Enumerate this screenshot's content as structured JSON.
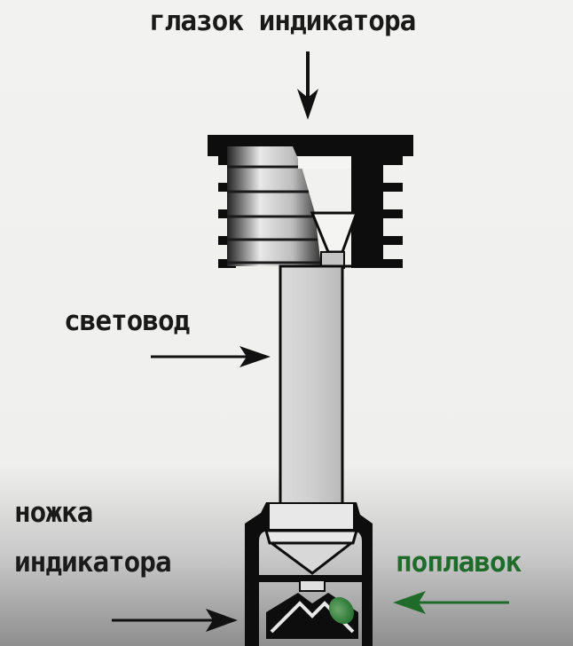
{
  "labels": {
    "eyepiece": "глазок индикатора",
    "light_guide": "световод",
    "stem_line1": "ножка",
    "stem_line2": "индикатора",
    "float": "поплавок"
  },
  "colors": {
    "text": "#1a1a1a",
    "float_accent": "#1e6b2a",
    "outline": "#0d0d0d",
    "tube_fill": "#c8c8c8"
  }
}
